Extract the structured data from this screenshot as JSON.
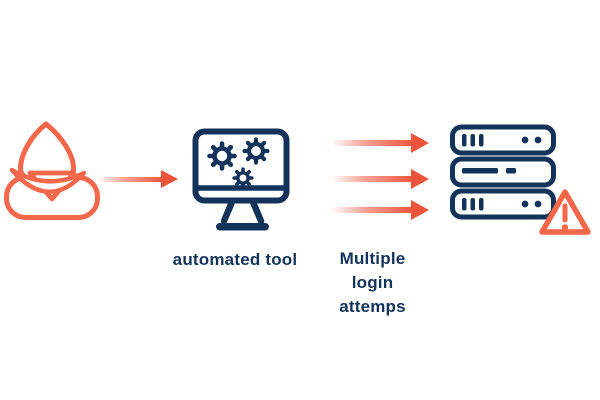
{
  "diagram": {
    "background": "#FFFFFF",
    "colors": {
      "navy": "#14335A",
      "icon_orange": "#F5674A",
      "arrow_orange": "#EE543B"
    },
    "attacker": {
      "icon": "hooded-hacker-icon"
    },
    "automated_tool": {
      "icon": "monitor-gears-icon",
      "label": "automated tool"
    },
    "attack": {
      "label": "Multiple\nlogin\nattemps",
      "arrow_count": 3
    },
    "target": {
      "icon": "server-stack-icon",
      "alert_icon": "warning-triangle-icon"
    }
  }
}
